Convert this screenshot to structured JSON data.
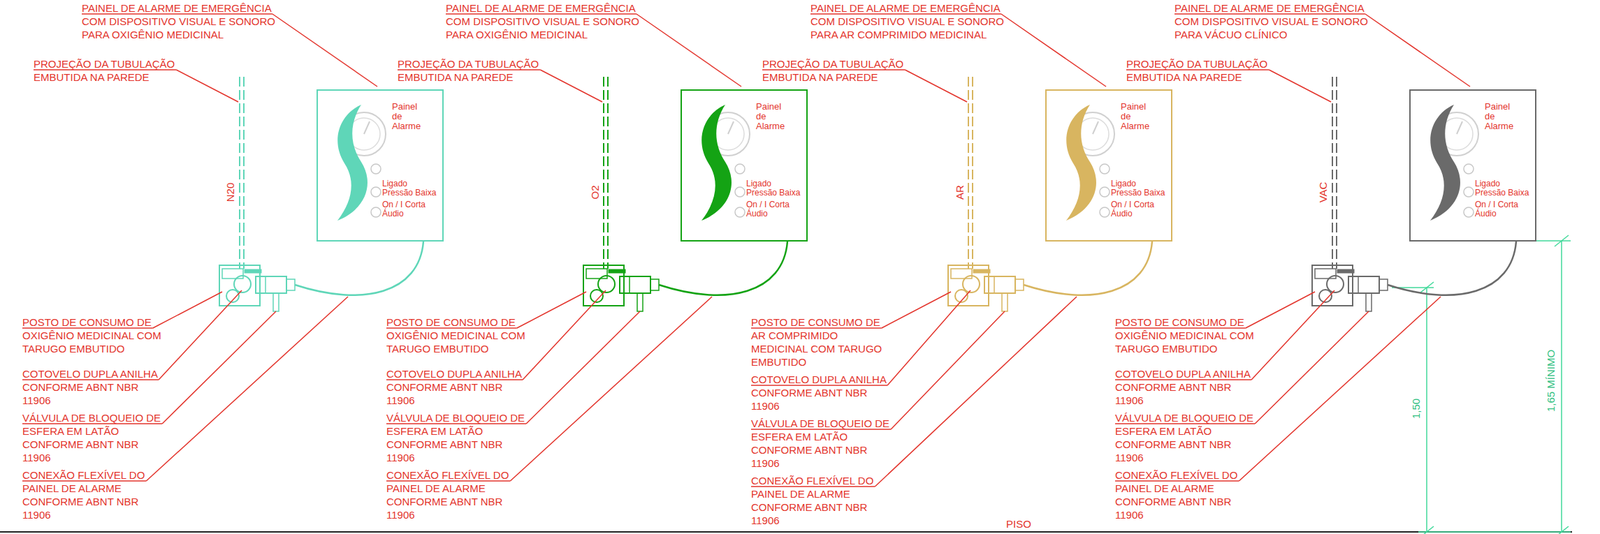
{
  "diagram": {
    "nodes": [
      {
        "text": [
          "Painel de Alarme",
          "Ligado Pressão Baixa",
          "On / I Corta Áudio"
        ]
      },
      {
        "text": [
          "Painel de Alarme",
          "Ligado Pressão Baixa",
          "On / I Corta Áudio"
        ]
      },
      {
        "text": [
          "Painel de Alarme",
          "Ligado Pressão Baixa",
          "On / I Corta Áudio"
        ]
      },
      {
        "text": [
          "Painel de Alarme",
          "Ligado Pressão Baixa",
          "On / I Corta Áudio"
        ]
      }
    ],
    "labels": [
      "PAINEL DE ALARME DE EMERGÊNCIA COM DISPOSITIVO VISUAL E SONORO PARA OXIGÊNIO MEDICINAL",
      "PROJEÇÃO DA TUBULAÇÃO EMBUTIDA NA PAREDE",
      "N20",
      "POSTO DE CONSUMO DE OXIGÊNIO MEDICINAL COM TARUGO EMBUTIDO",
      "COTOVELO DUPLA ANILHA CONFORME ABNT NBR 11906",
      "VÁLVULA DE BLOQUEIO DE ESFERA EM LATÃO CONFORME ABNT NBR 11906",
      "CONEXÃO FLEXÍVEL DO PAINEL DE ALARME CONFORME ABNT NBR 11906",
      "PAINEL DE ALARME DE EMERGÊNCIA COM DISPOSITIVO VISUAL E SONORO PARA OXIGÊNIO MEDICINAL",
      "PROJEÇÃO DA TUBULAÇÃO EMBUTIDA NA PAREDE",
      "O2",
      "POSTO DE CONSUMO DE OXIGÊNIO MEDICINAL COM TARUGO EMBUTIDO",
      "COTOVELO DUPLA ANILHA CONFORME ABNT NBR 11906",
      "VÁLVULA DE BLOQUEIO DE ESFERA EM LATÃO CONFORME ABNT NBR 11906",
      "CONEXÃO FLEXÍVEL DO PAINEL DE ALARME CONFORME ABNT NBR 11906",
      "PAINEL DE ALARME DE EMERGÊNCIA COM DISPOSITIVO VISUAL E SONORO PARA AR COMPRIMIDO MEDICINAL",
      "PROJEÇÃO DA TUBULAÇÃO EMBUTIDA NA PAREDE",
      "AR",
      "POSTO DE CONSUMO DE AR COMPRIMIDO MEDICINAL COM TARUGO EMBUTIDO",
      "COTOVELO DUPLA ANILHA CONFORME ABNT NBR 11906",
      "VÁLVULA DE BLOQUEIO DE ESFERA EM LATÃO CONFORME ABNT NBR 11906",
      "CONEXÃO FLEXÍVEL DO PAINEL DE ALARME CONFORME ABNT NBR 11906",
      "PAINEL DE ALARME DE EMERGÊNCIA COM DISPOSITIVO VISUAL E SONORO PARA VÁCUO CLÍNICO",
      "PROJEÇÃO DA TUBULAÇÃO EMBUTIDA NA PAREDE",
      "VAC",
      "POSTO DE CONSUMO DE OXIGÊNIO MEDICINAL COM TARUGO EMBUTIDO",
      "COTOVELO DUPLA ANILHA CONFORME ABNT NBR 11906",
      "VÁLVULA DE BLOQUEIO DE ESFERA EM LATÃO CONFORME ABNT NBR 11906",
      "CONEXÃO FLEXÍVEL DO PAINEL DE ALARME CONFORME ABNT NBR 11906",
      "1,50",
      "1,65 MÍNIMO",
      "PISO"
    ]
  }
}
